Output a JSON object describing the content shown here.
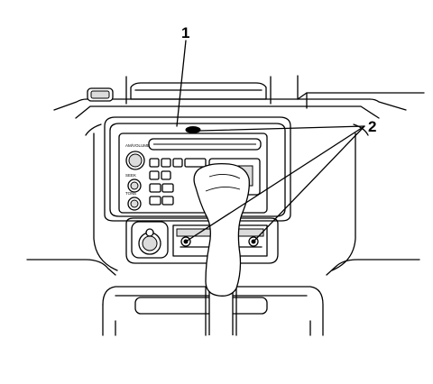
{
  "callouts": [
    {
      "label": "1"
    },
    {
      "label": "2"
    }
  ],
  "radio_labels": {
    "knob": "AM/VOLUME",
    "seek": "SEEK",
    "tone": "TONE"
  }
}
